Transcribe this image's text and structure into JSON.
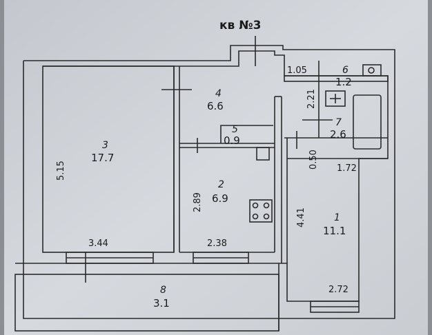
{
  "title": "кв №3",
  "rooms": [
    {
      "id": "1",
      "number": "1",
      "area": "11.1"
    },
    {
      "id": "2",
      "number": "2",
      "area": "6.9"
    },
    {
      "id": "3",
      "number": "3",
      "area": "17.7"
    },
    {
      "id": "4",
      "number": "4",
      "area": "6.6"
    },
    {
      "id": "5",
      "number": "5",
      "area": "0.9"
    },
    {
      "id": "6",
      "number": "6",
      "area": "1.2"
    },
    {
      "id": "7",
      "number": "7",
      "area": "2.6"
    },
    {
      "id": "8",
      "number": "8",
      "area": "3.1"
    }
  ],
  "dimensions": {
    "d_1_05": "1.05",
    "d_2_21": "2.21",
    "d_0_50": "0.50",
    "d_1_72": "1.72",
    "d_5_15": "5.15",
    "d_2_89": "2.89",
    "d_3_44": "3.44",
    "d_2_38": "2.38",
    "d_4_41": "4.41",
    "d_2_72": "2.72"
  },
  "colors": {
    "paper": "#cfd3d8",
    "wall": "#2a2a2a",
    "background": "#8b8f94"
  }
}
